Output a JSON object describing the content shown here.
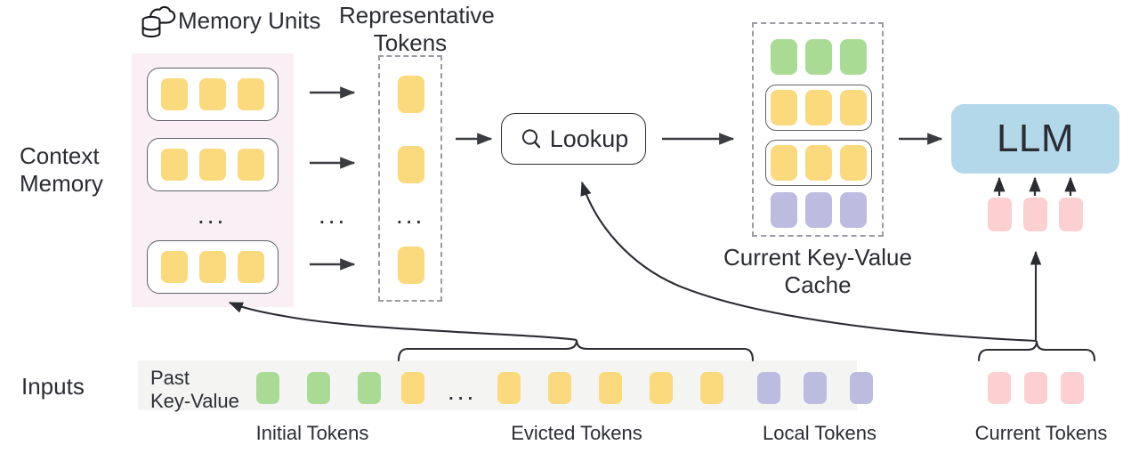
{
  "diagram": {
    "title": "Context Memory LLM KV cache architecture",
    "row_labels": {
      "context_memory": "Context\nMemory",
      "context_memory_line1": "Context",
      "context_memory_line2": "Memory",
      "inputs": "Inputs"
    },
    "memory_units": {
      "icon": "cloud-database-icon",
      "label": "Memory Units",
      "panel_color": "#f9eff4",
      "units": [
        {
          "tokens": [
            "yellow",
            "yellow",
            "yellow"
          ]
        },
        {
          "tokens": [
            "yellow",
            "yellow",
            "yellow"
          ]
        },
        {
          "tokens": [
            "yellow",
            "yellow",
            "yellow"
          ]
        }
      ],
      "ellipsis": "..."
    },
    "representative_tokens": {
      "label_line1": "Representative",
      "label_line2": "Tokens",
      "tokens": [
        "yellow",
        "yellow",
        "yellow"
      ],
      "ellipsis": "..."
    },
    "arrow_column_ellipsis": "...",
    "lookup": {
      "label": "Lookup",
      "icon": "search-icon"
    },
    "kv_cache": {
      "label_line1": "Current Key-Value",
      "label_line2": "Cache",
      "rows": [
        {
          "type": "plain",
          "tokens": [
            "green",
            "green",
            "green"
          ]
        },
        {
          "type": "boxed",
          "tokens": [
            "yellow",
            "yellow",
            "yellow"
          ]
        },
        {
          "type": "boxed",
          "tokens": [
            "yellow",
            "yellow",
            "yellow"
          ]
        },
        {
          "type": "plain",
          "tokens": [
            "purple",
            "purple",
            "purple"
          ]
        }
      ]
    },
    "llm": {
      "label": "LLM",
      "color": "#b3d8ea"
    },
    "llm_input_tokens": [
      "pink",
      "pink",
      "pink"
    ],
    "inputs": {
      "past_key_value_line1": "Past",
      "past_key_value_line2": "Key-Value",
      "strip_color": "#f4f5f3",
      "sequence": [
        "green",
        "green",
        "green",
        "yellow",
        "ellipsis",
        "yellow",
        "yellow",
        "yellow",
        "yellow",
        "yellow",
        "purple",
        "purple",
        "purple"
      ],
      "ellipsis": "...",
      "current_tokens": [
        "pink",
        "pink",
        "pink"
      ],
      "captions": [
        "Initial Tokens",
        "Evicted Tokens",
        "Local Tokens",
        "Current Tokens"
      ]
    },
    "colors": {
      "yellow": "#fbd97d",
      "green": "#a9db95",
      "purple": "#bdbce0",
      "pink": "#fccfd1",
      "blue": "#b3d8ea",
      "panel_pink": "#f9eff4",
      "strip_grey": "#f4f5f3",
      "stroke": "#2b2d33",
      "dashed": "#9a9ca3"
    }
  }
}
